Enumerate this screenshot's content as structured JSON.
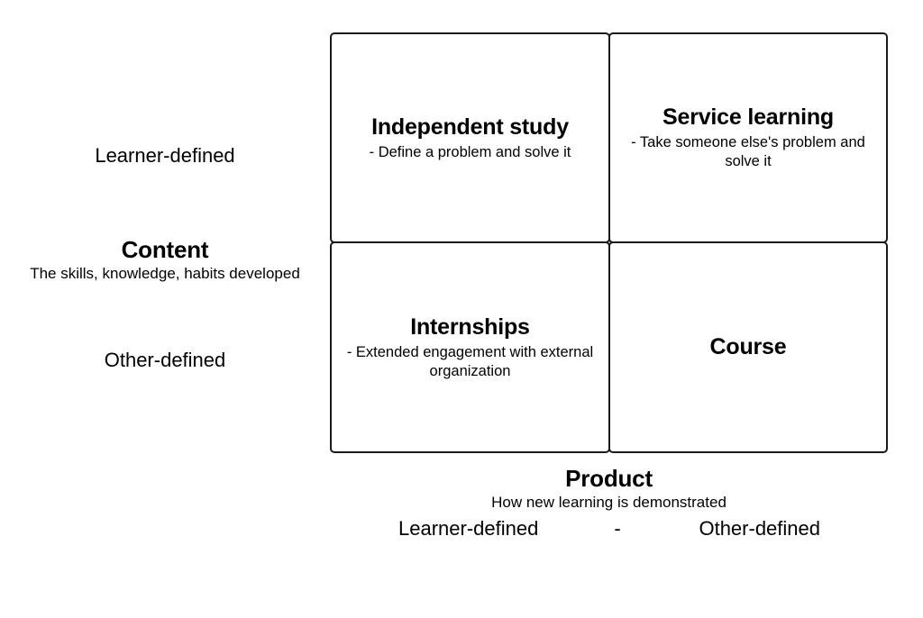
{
  "matrix": {
    "y_axis": {
      "name": "Content",
      "description": "The skills, knowledge, habits developed",
      "high_label": "Learner-defined",
      "low_label": "Other-defined"
    },
    "x_axis": {
      "name": "Product",
      "description": "How new learning is demonstrated",
      "left_label": "Learner-defined",
      "separator": "-",
      "right_label": "Other-defined"
    },
    "quadrants": [
      {
        "position": "top-left",
        "title": "Independent study",
        "subtitle": "- Define a problem and solve it"
      },
      {
        "position": "top-right",
        "title": "Service learning",
        "subtitle": "- Take someone else's problem and solve it"
      },
      {
        "position": "bottom-left",
        "title": "Internships",
        "subtitle": "- Extended engagement with external organization"
      },
      {
        "position": "bottom-right",
        "title": "Course",
        "subtitle": ""
      }
    ]
  },
  "colors": {
    "border": "#1a1a1a",
    "background": "#ffffff",
    "text": "#000000"
  }
}
